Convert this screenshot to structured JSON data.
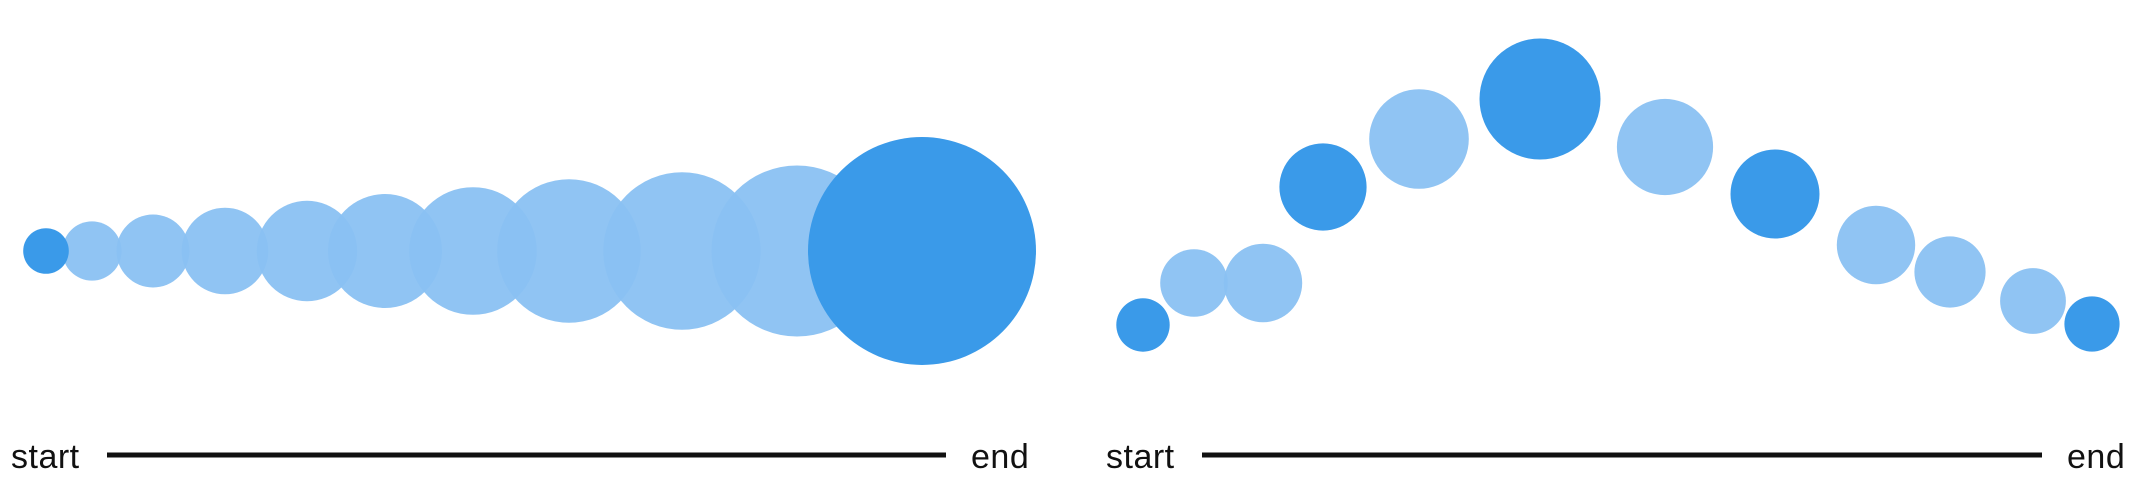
{
  "colors": {
    "bubble_full": "#3a9ae9",
    "bubble_light": "#8ac1f2",
    "timeline": "#111111",
    "background": "#ffffff"
  },
  "panels": [
    {
      "id": "growing",
      "timeline": {
        "start_label": "start",
        "end_label": "end"
      },
      "bubbles": [
        {
          "key": 0,
          "size": 0.2
        },
        {
          "key": 1,
          "size": 0.26
        },
        {
          "key": 2,
          "size": 0.32
        },
        {
          "key": 3,
          "size": 0.38
        },
        {
          "key": 4,
          "size": 0.44
        },
        {
          "key": 5,
          "size": 0.5
        },
        {
          "key": 6,
          "size": 0.56
        },
        {
          "key": 7,
          "size": 0.63
        },
        {
          "key": 8,
          "size": 0.69
        },
        {
          "key": 9,
          "size": 0.75
        },
        {
          "key": 10,
          "size": 1.0
        }
      ]
    },
    {
      "id": "arc",
      "timeline": {
        "start_label": "start",
        "end_label": "end"
      },
      "bubbles": [
        {
          "key": 0,
          "size": 0.3
        },
        {
          "key": 1,
          "size": 0.38
        },
        {
          "key": 2,
          "size": 0.44
        },
        {
          "key": 3,
          "size": 0.49
        },
        {
          "key": 4,
          "size": 0.56
        },
        {
          "key": 5,
          "size": 0.68
        },
        {
          "key": 6,
          "size": 0.54
        },
        {
          "key": 7,
          "size": 0.5
        },
        {
          "key": 8,
          "size": 0.44
        },
        {
          "key": 9,
          "size": 0.4
        },
        {
          "key": 10,
          "size": 0.37
        },
        {
          "key": 11,
          "size": 0.31
        }
      ]
    }
  ]
}
